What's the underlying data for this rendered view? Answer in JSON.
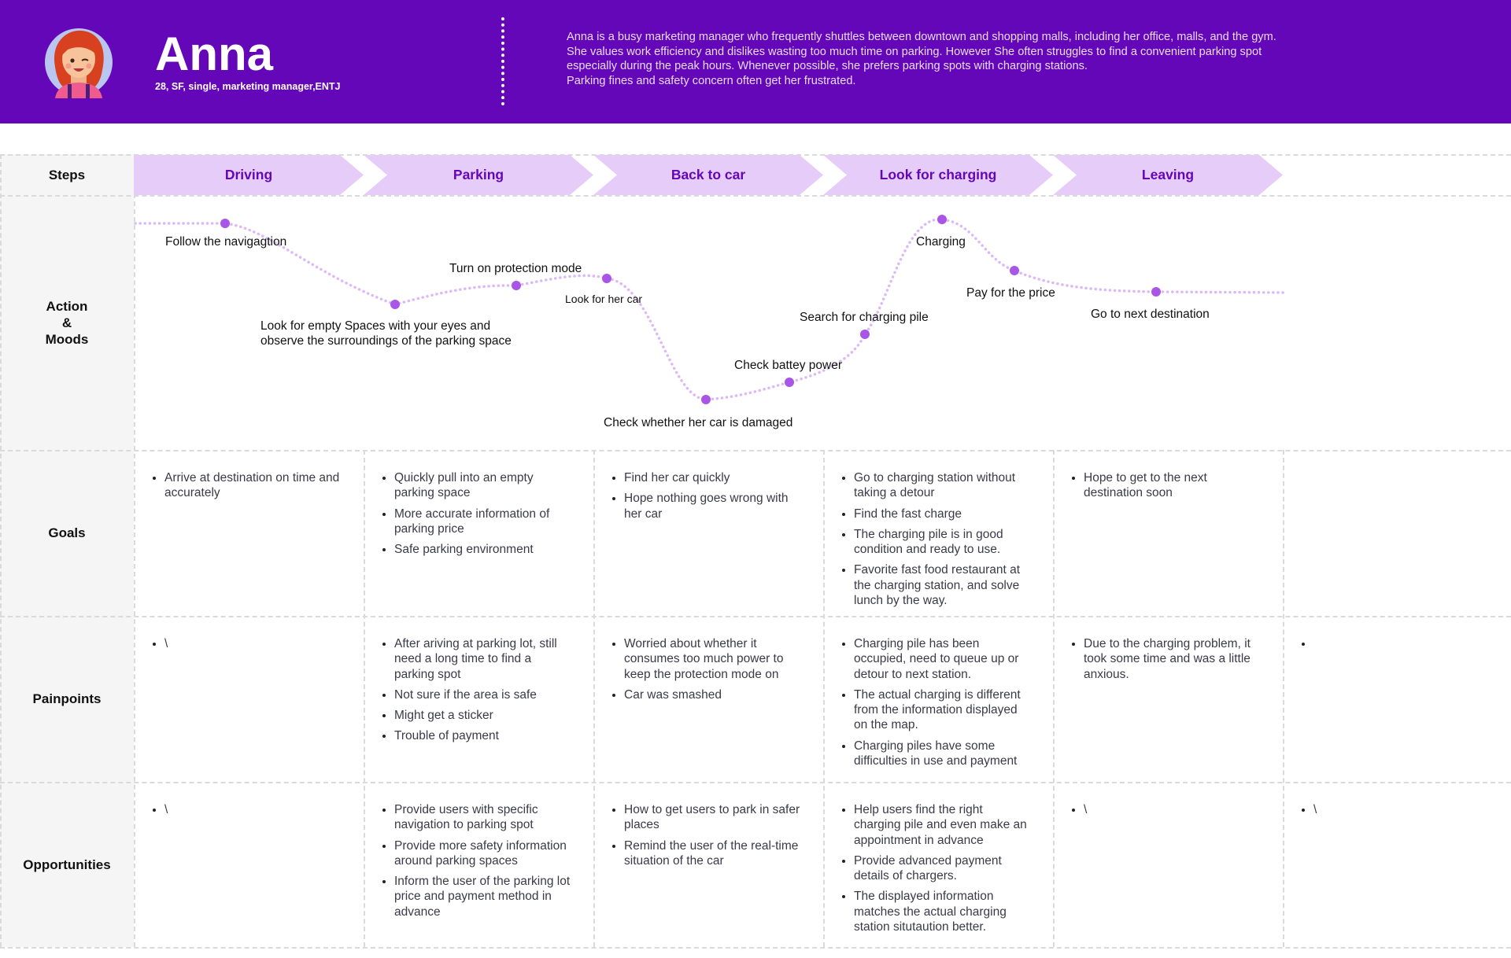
{
  "persona": {
    "name": "Anna",
    "meta": "28, SF, single, marketing manager,ENTJ",
    "description": [
      "Anna is a busy marketing manager who frequently shuttles between downtown and shopping malls, including her office, malls, and the gym.",
      "She values work efficiency and dislikes wasting too much time on parking. However She often struggles to find a convenient parking spot",
      "especially during the peak hours. Whenever possible, she prefers parking spots with charging stations.",
      "Parking fines and safety concern often get her frustrated."
    ],
    "avatar_icon": "woman-avatar-icon"
  },
  "row_labels": {
    "steps": "Steps",
    "action_moods": [
      "Action",
      "&",
      "Moods"
    ],
    "goals": "Goals",
    "painpoints": "Painpoints",
    "opportunities": "Opportunities"
  },
  "steps": [
    "Driving",
    "Parking",
    "Back to car",
    "Look for charging",
    "Leaving"
  ],
  "colors": {
    "header": "#6407b8",
    "step_fill": "#e6ccf8",
    "step_text": "#6407b8",
    "curve": "#ddb8f7",
    "dot": "#a855e8"
  },
  "journey": {
    "labels": [
      "Follow the navigagtion",
      "Turn on protection mode",
      "Look for her car",
      "Look for empty Spaces with your eyes and observe the surroundings of the parking space",
      "Charging",
      "Pay for the price",
      "Go to next destination",
      "Search for charging pile",
      "Check battey power",
      "Check whether her car is damaged"
    ]
  },
  "goals": [
    [
      "Arrive at destination on time and accurately"
    ],
    [
      "Quickly pull into an empty parking space",
      "More accurate information of parking price",
      "Safe parking environment"
    ],
    [
      "Find her car quickly",
      "Hope nothing goes wrong with her car"
    ],
    [
      "Go to charging station without taking a detour",
      "Find the fast charge",
      "The charging pile is in good condition and ready to use.",
      "Favorite fast food restaurant at the charging station, and solve lunch by the way."
    ],
    [
      "Hope to get to the next destination soon"
    ],
    []
  ],
  "painpoints": [
    [
      "\\"
    ],
    [
      "After ariving at parking lot, still need a long time to find a parking spot",
      "Not sure if the area is safe",
      "Might get a sticker",
      "Trouble of payment"
    ],
    [
      "Worried about whether it consumes too much power to keep the protection mode on",
      "Car was smashed"
    ],
    [
      "Charging pile has been occupied, need to queue up or detour to next station.",
      "The actual charging is different from the information displayed on the map.",
      "Charging piles have some difficulties in use and payment"
    ],
    [
      "Due to the charging problem, it took some time and was a little anxious."
    ],
    [
      ""
    ]
  ],
  "opportunities": [
    [
      "\\"
    ],
    [
      "Provide users with specific navigation to parking spot",
      "Provide more safety information around parking spaces",
      "Inform the user of the parking lot price and payment method in advance"
    ],
    [
      "How to get users to park in safer places",
      "Remind the user of the real-time situation of the car"
    ],
    [
      "Help users find the right charging pile and even make an appointment in advance",
      "Provide advanced payment details of chargers.",
      "The displayed information matches the actual charging station situtaution better."
    ],
    [
      "\\"
    ],
    [
      "\\"
    ]
  ]
}
